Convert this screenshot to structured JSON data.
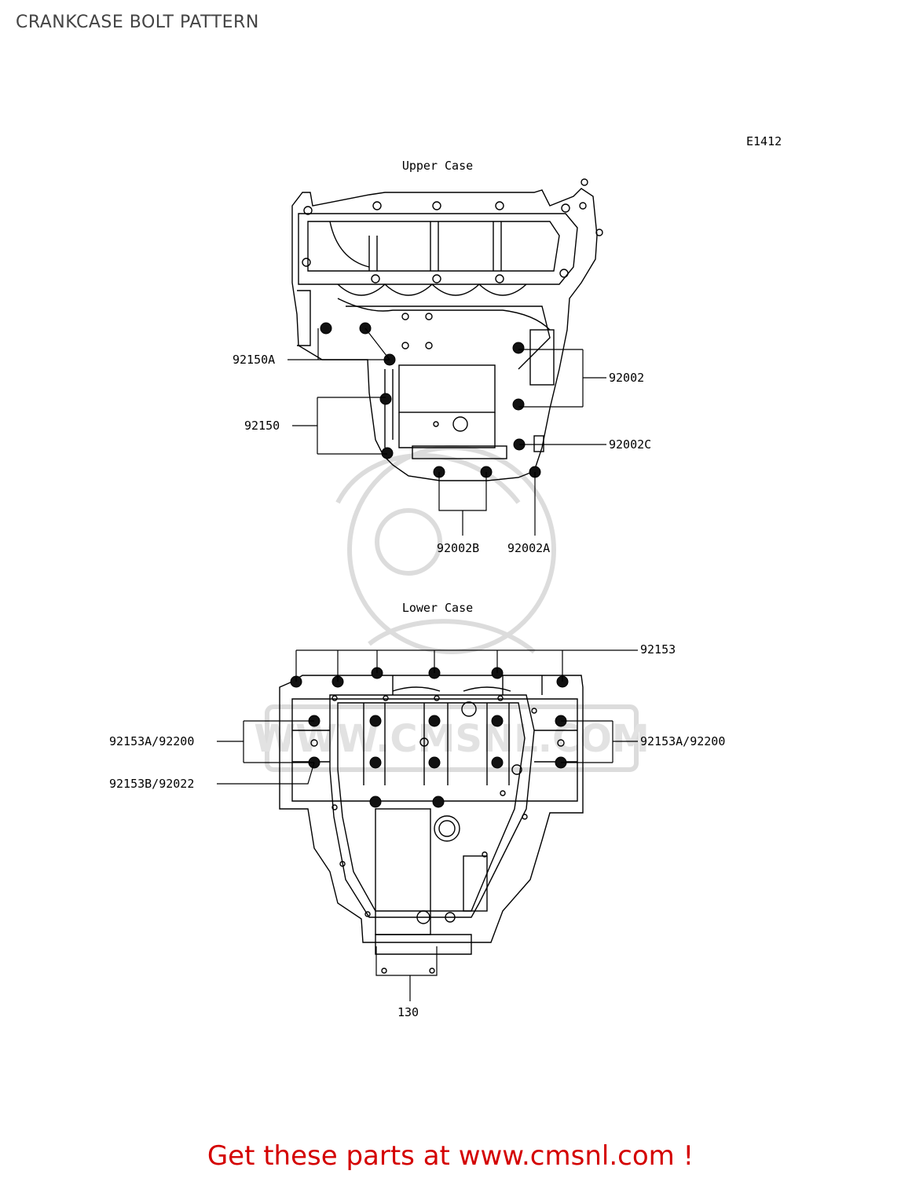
{
  "header": {
    "title": "CRANKCASE BOLT PATTERN"
  },
  "diagram": {
    "code": "E1412",
    "upper_case": {
      "heading": "Upper Case",
      "labels": [
        "92150A",
        "92150",
        "92002",
        "92002C",
        "92002B",
        "92002A"
      ]
    },
    "lower_case": {
      "heading": "Lower Case",
      "labels": [
        "92153",
        "92153A/92200",
        "92153B/92022",
        "92153A/92200",
        "130"
      ]
    },
    "watermark": "WWW.CMSNL.COM"
  },
  "footer": {
    "promo_prefix": "Get these parts at ",
    "promo_link": "www.cmsnl.com",
    "promo_suffix": " !"
  },
  "colors": {
    "promo": "#d40000",
    "ink": "#000000",
    "watermark": "#d9d9d9"
  }
}
